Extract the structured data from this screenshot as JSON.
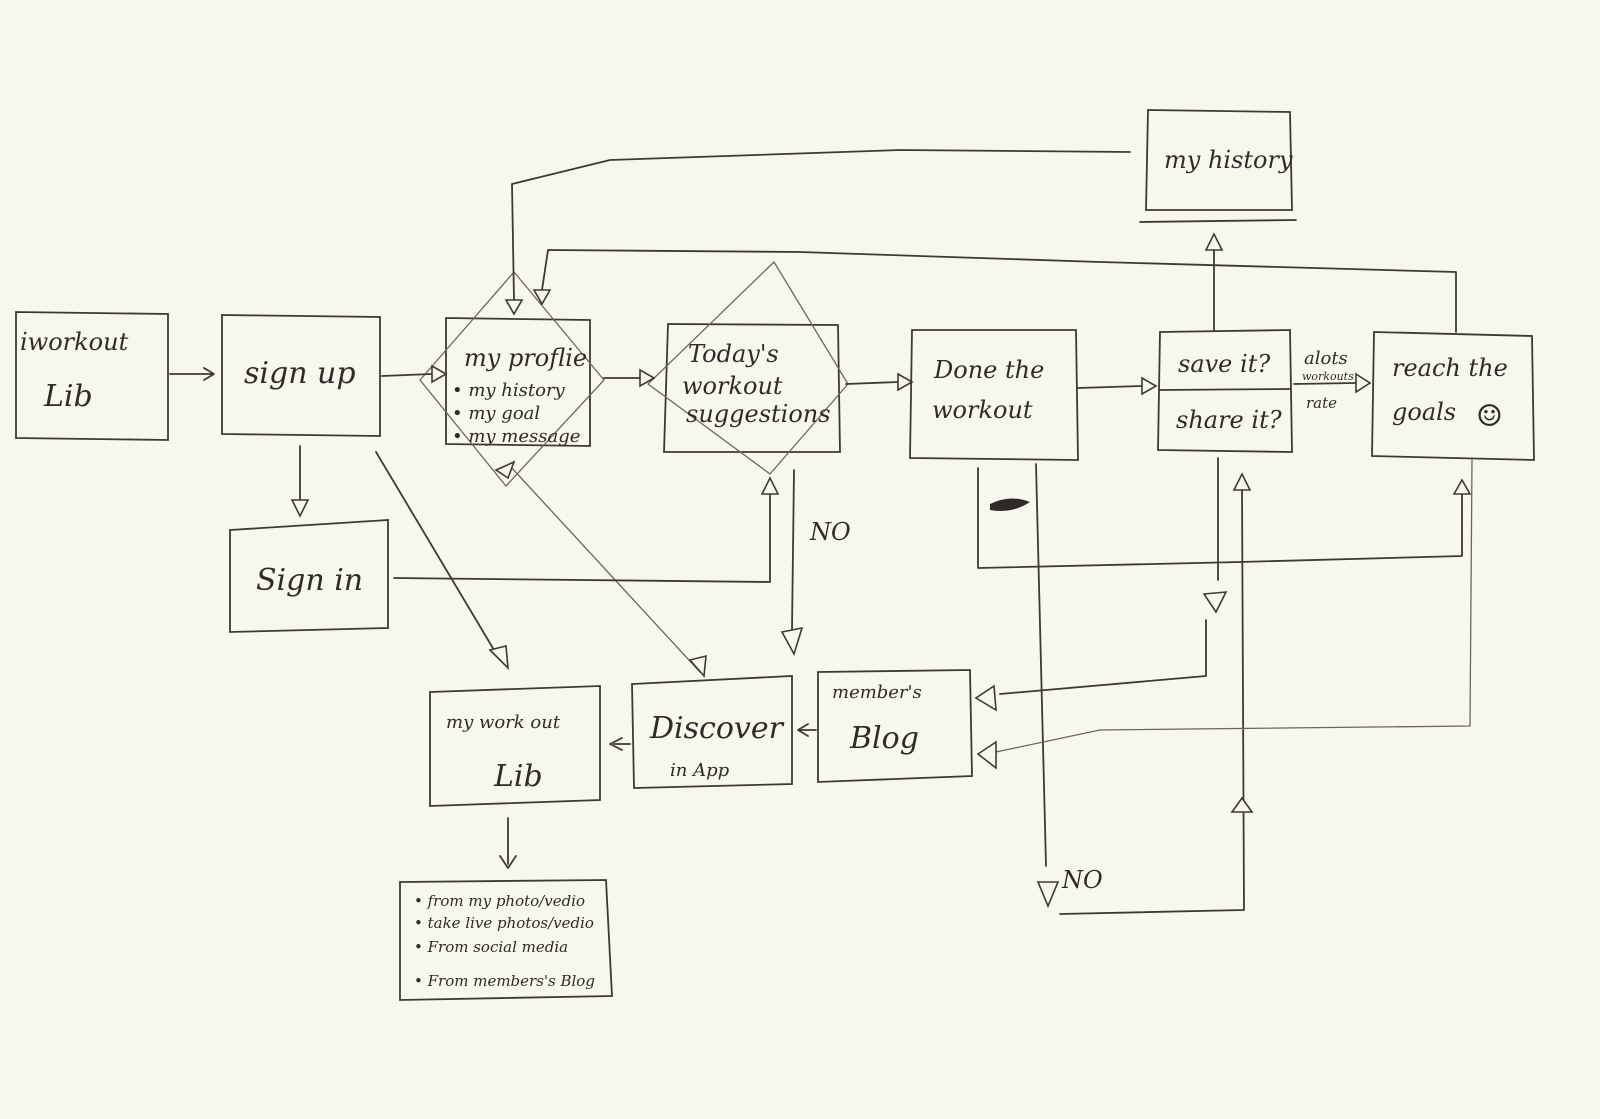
{
  "diagram": {
    "type": "hand-drawn flowchart",
    "nodes": {
      "iworkout_lib": {
        "line1": "iworkout",
        "line2": "Lib"
      },
      "sign_up": {
        "label": "sign up"
      },
      "sign_in": {
        "label": "Sign in"
      },
      "my_profile": {
        "title": "my proflie",
        "items": [
          "• my history",
          "• my goal",
          "• my message"
        ]
      },
      "todays_workout": {
        "line1": "Today's",
        "line2": "workout",
        "line3": "suggestions"
      },
      "done_workout": {
        "line1": "Done the",
        "line2": "workout"
      },
      "save_share": {
        "top": "save it?",
        "bottom": "share it?"
      },
      "reach_goals": {
        "line1": "reach the",
        "line2": "goals",
        "emoji": "☺"
      },
      "my_history": {
        "label": "my history"
      },
      "my_workout_lib": {
        "line1": "my work out",
        "line2": "Lib"
      },
      "discover": {
        "line1": "Discover",
        "line2": "in App"
      },
      "members_blog": {
        "line1": "member's",
        "line2": "Blog"
      },
      "sources": {
        "items": [
          "• from my photo/vedio",
          "• take live photos/vedio",
          "• From social media",
          "• From members's Blog"
        ]
      }
    },
    "edge_labels": {
      "no_1": "NO",
      "no_2": "NO",
      "alots": "alots",
      "workouts": "workouts",
      "rate": "rate"
    }
  }
}
